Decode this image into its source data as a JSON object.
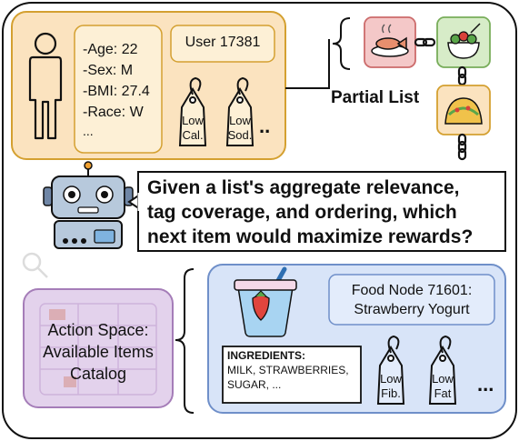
{
  "user": {
    "attributes": [
      "-Age: 22",
      "-Sex: M",
      "-BMI: 27.4",
      "-Race: W",
      "..."
    ],
    "id_label": "User 17381",
    "tags": [
      [
        "Low",
        "Cal."
      ],
      [
        "Low",
        "Sod."
      ]
    ],
    "more": ".."
  },
  "partial_list": {
    "label": "Partial List"
  },
  "question": {
    "lines": [
      "Given a list's aggregate relevance,",
      "tag coverage, and ordering, which",
      "next item would maximize rewards?"
    ]
  },
  "action_space": {
    "lines": [
      "Action Space:",
      "Available Items",
      "Catalog"
    ]
  },
  "food": {
    "node_lines": [
      "Food Node 71601:",
      "Strawberry Yogurt"
    ],
    "ingredients_title": "INGREDIENTS:",
    "ingredients_lines": [
      "MILK, STRAWBERRIES,",
      "SUGAR, ..."
    ],
    "tags": [
      [
        "Low",
        "Fib."
      ],
      [
        "Low",
        "Fat"
      ]
    ],
    "more": "..."
  },
  "colors": {
    "user_panel": "#fbe3bf",
    "panel_border": "#d4a030",
    "food_panel": "#d8e4f8",
    "food_border": "#6f8fc9",
    "action_panel": "#e3d2ec",
    "action_border": "#a57db8"
  }
}
